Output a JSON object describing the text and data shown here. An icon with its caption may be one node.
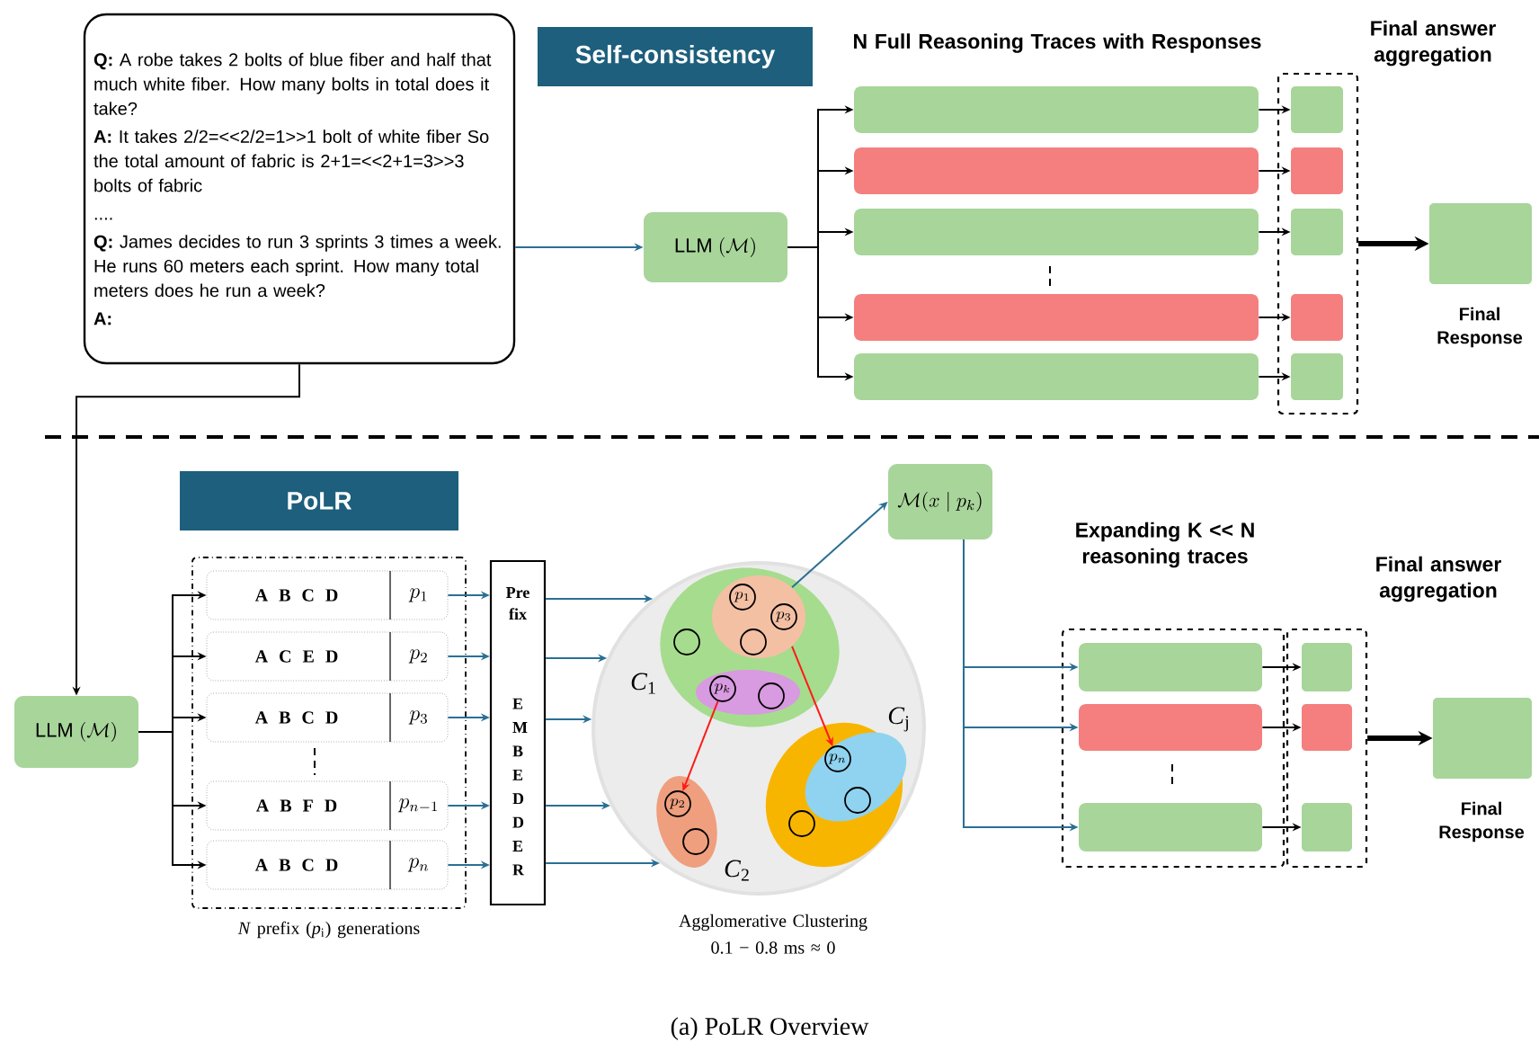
{
  "diagram": {
    "caption": "(a) PoLR Overview",
    "nodes": [
      {
        "text": [
          "**Q:** A robe takes 2 bolts of blue fiber and half that much white fiber. How many bolts in total does it take?",
          "**A:** It takes 2/2=<<2/2=1>>1 bolt of white fiber So the total amount of fabric is 2+1=<<2+1=3>>3 bolts of fabric",
          "....",
          "**Q:** James decides to run 3 sprints 3 times a week. He runs 60 meters each sprint. How many total meters does he run a week?",
          "A:"
        ]
      },
      {
        "text": [
          "Self-consistency"
        ]
      },
      {
        "text": [
          "\\mathrm{LLM}\\;(\\mathcal{M})"
        ]
      },
      {
        "text": [],
        "shape": "bar"
      },
      {
        "text": [],
        "shape": "bar"
      },
      {
        "text": [],
        "shape": "bar"
      },
      {
        "text": [],
        "shape": "bar"
      },
      {
        "text": [],
        "shape": "bar"
      },
      {
        "text": [],
        "shape": "box"
      },
      {
        "text": [],
        "shape": "box",
        "in": 8
      },
      {
        "text": [],
        "shape": "box",
        "in": 8
      },
      {
        "text": [],
        "shape": "box",
        "in": 8
      },
      {
        "text": [],
        "shape": "box",
        "in": 8
      },
      {
        "text": [],
        "shape": "box",
        "in": 8
      },
      {
        "text": [],
        "shape": "box",
        "beside": [
          "Final Response"
        ]
      },
      {
        "text": [
          "PoLR"
        ]
      },
      {
        "text": [
          "\\mathrm{LLM}\\;(\\mathcal{M})"
        ]
      },
      {
        "text": [],
        "shape": "box",
        "beside": [
          "*N* prefix (*p*$_{i}$) generations"
        ]
      },
      {
        "text": [
          "A B C D",
          "p_1"
        ],
        "in": 17
      },
      {
        "text": [
          "A C E D",
          "p_2"
        ],
        "in": 17
      },
      {
        "text": [
          "A B C D",
          "p_3"
        ],
        "in": 17
      },
      {
        "text": [
          "A B F D",
          "p_{n-1}"
        ],
        "in": 17
      },
      {
        "text": [
          "A B C D",
          "p_n"
        ],
        "in": 17
      },
      {
        "text": [
          "Pre fix",
          "E M B E D D E R"
        ]
      },
      {
        "text": [],
        "shape": "circle",
        "beside": [
          "Agglomerative Clustering",
          "0.1 − 0.8 ms ≈ 0"
        ]
      },
      {
        "text": [],
        "shape": "ellipse",
        "in": 24,
        "beside": [
          "*C*$_{1}$"
        ]
      },
      {
        "text": [],
        "shape": "ellipse",
        "in": 25
      },
      {
        "text": [
          "p_1"
        ],
        "in": 26
      },
      {
        "text": [
          "p_3"
        ],
        "in": 26
      },
      {
        "text": [],
        "shape": "circle",
        "in": 26
      },
      {
        "text": [],
        "shape": "circle",
        "in": 25
      },
      {
        "text": [],
        "shape": "ellipse",
        "in": 25
      },
      {
        "text": [
          "p_k"
        ],
        "in": 31
      },
      {
        "text": [],
        "shape": "circle",
        "in": 31
      },
      {
        "text": [],
        "shape": "ellipse",
        "in": 24,
        "beside": [
          "*C*$_{2}$"
        ]
      },
      {
        "text": [
          "p_2"
        ],
        "in": 34
      },
      {
        "text": [],
        "shape": "circle",
        "in": 34
      },
      {
        "text": [],
        "shape": "ellipse",
        "in": 24,
        "beside": [
          "*C*$_{j}$"
        ]
      },
      {
        "text": [],
        "shape": "ellipse",
        "in": 37
      },
      {
        "text": [
          "p_n"
        ],
        "in": 38
      },
      {
        "text": [],
        "shape": "circle",
        "in": 38
      },
      {
        "text": [],
        "shape": "circle",
        "in": 37
      },
      {
        "text": [
          "\\mathcal{M}(x \\mid p_k)"
        ]
      },
      {
        "text": [],
        "shape": "box"
      },
      {
        "text": [],
        "shape": "bar",
        "in": 43
      },
      {
        "text": [],
        "shape": "bar",
        "in": 43
      },
      {
        "text": [],
        "shape": "bar",
        "in": 43
      },
      {
        "text": [],
        "shape": "box"
      },
      {
        "text": [],
        "shape": "box",
        "in": 47
      },
      {
        "text": [],
        "shape": "box",
        "in": 47
      },
      {
        "text": [],
        "shape": "box",
        "in": 47
      },
      {
        "text": [],
        "shape": "box",
        "beside": [
          "Final Response"
        ]
      }
    ],
    "edges": [
      {
        "from": 0,
        "to": 2,
        "arrow": "to",
        "color": "#2b6f94"
      },
      {
        "from": 0,
        "to": 16,
        "arrow": "to"
      },
      {
        "from": 2,
        "to": 3,
        "arrow": "to"
      },
      {
        "from": 2,
        "to": 4,
        "arrow": "to"
      },
      {
        "from": 2,
        "to": 5,
        "arrow": "to"
      },
      {
        "from": 2,
        "to": 6,
        "arrow": "to"
      },
      {
        "from": 2,
        "to": 7,
        "arrow": "to"
      },
      {
        "from": 3,
        "to": 9,
        "arrow": "to"
      },
      {
        "from": 4,
        "to": 10,
        "arrow": "to"
      },
      {
        "from": 5,
        "to": 11,
        "arrow": "to"
      },
      {
        "from": 6,
        "to": 12,
        "arrow": "to"
      },
      {
        "from": 7,
        "to": 13,
        "arrow": "to"
      },
      {
        "from": 8,
        "to": 14,
        "arrow": "to",
        "style": "thick"
      },
      {
        "from": 16,
        "to": 18,
        "arrow": "to"
      },
      {
        "from": 16,
        "to": 19,
        "arrow": "to"
      },
      {
        "from": 16,
        "to": 20,
        "arrow": "to"
      },
      {
        "from": 16,
        "to": 21,
        "arrow": "to"
      },
      {
        "from": 16,
        "to": 22,
        "arrow": "to"
      },
      {
        "from": 18,
        "to": 23,
        "arrow": "to",
        "color": "#2b6f94"
      },
      {
        "from": 19,
        "to": 23,
        "arrow": "to",
        "color": "#2b6f94"
      },
      {
        "from": 20,
        "to": 23,
        "arrow": "to",
        "color": "#2b6f94"
      },
      {
        "from": 21,
        "to": 23,
        "arrow": "to",
        "color": "#2b6f94"
      },
      {
        "from": 22,
        "to": 23,
        "arrow": "to",
        "color": "#2b6f94"
      },
      {
        "from": 23,
        "to": 24,
        "arrow": "to",
        "color": "#2b6f94"
      },
      {
        "from": 23,
        "to": 24,
        "arrow": "to",
        "color": "#2b6f94"
      },
      {
        "from": 23,
        "to": 24,
        "arrow": "to",
        "color": "#2b6f94"
      },
      {
        "from": 23,
        "to": 24,
        "arrow": "to",
        "color": "#2b6f94"
      },
      {
        "from": 23,
        "to": 24,
        "arrow": "to",
        "color": "#2b6f94"
      },
      {
        "from": 26,
        "to": 42,
        "arrow": "to",
        "color": "#2b6f94"
      },
      {
        "from": 32,
        "to": 35,
        "arrow": "to",
        "color": "#ff1a1a"
      },
      {
        "from": 26,
        "to": 39,
        "arrow": "to",
        "color": "#ff1a1a"
      },
      {
        "from": 42,
        "to": 44,
        "arrow": "to",
        "color": "#2b6f94"
      },
      {
        "from": 42,
        "to": 45,
        "arrow": "to",
        "color": "#2b6f94"
      },
      {
        "from": 42,
        "to": 46,
        "arrow": "to",
        "color": "#2b6f94"
      },
      {
        "from": 44,
        "to": 48,
        "arrow": "to"
      },
      {
        "from": 45,
        "to": 49,
        "arrow": "to"
      },
      {
        "from": 46,
        "to": 50,
        "arrow": "to"
      },
      {
        "from": 47,
        "to": 51,
        "arrow": "to",
        "style": "thick"
      }
    ],
    "labels": [
      "N Full Reasoning Traces with Responses",
      "Final answer aggregation",
      "Expanding K << N reasoning traces",
      "Final answer aggregation"
    ]
  }
}
